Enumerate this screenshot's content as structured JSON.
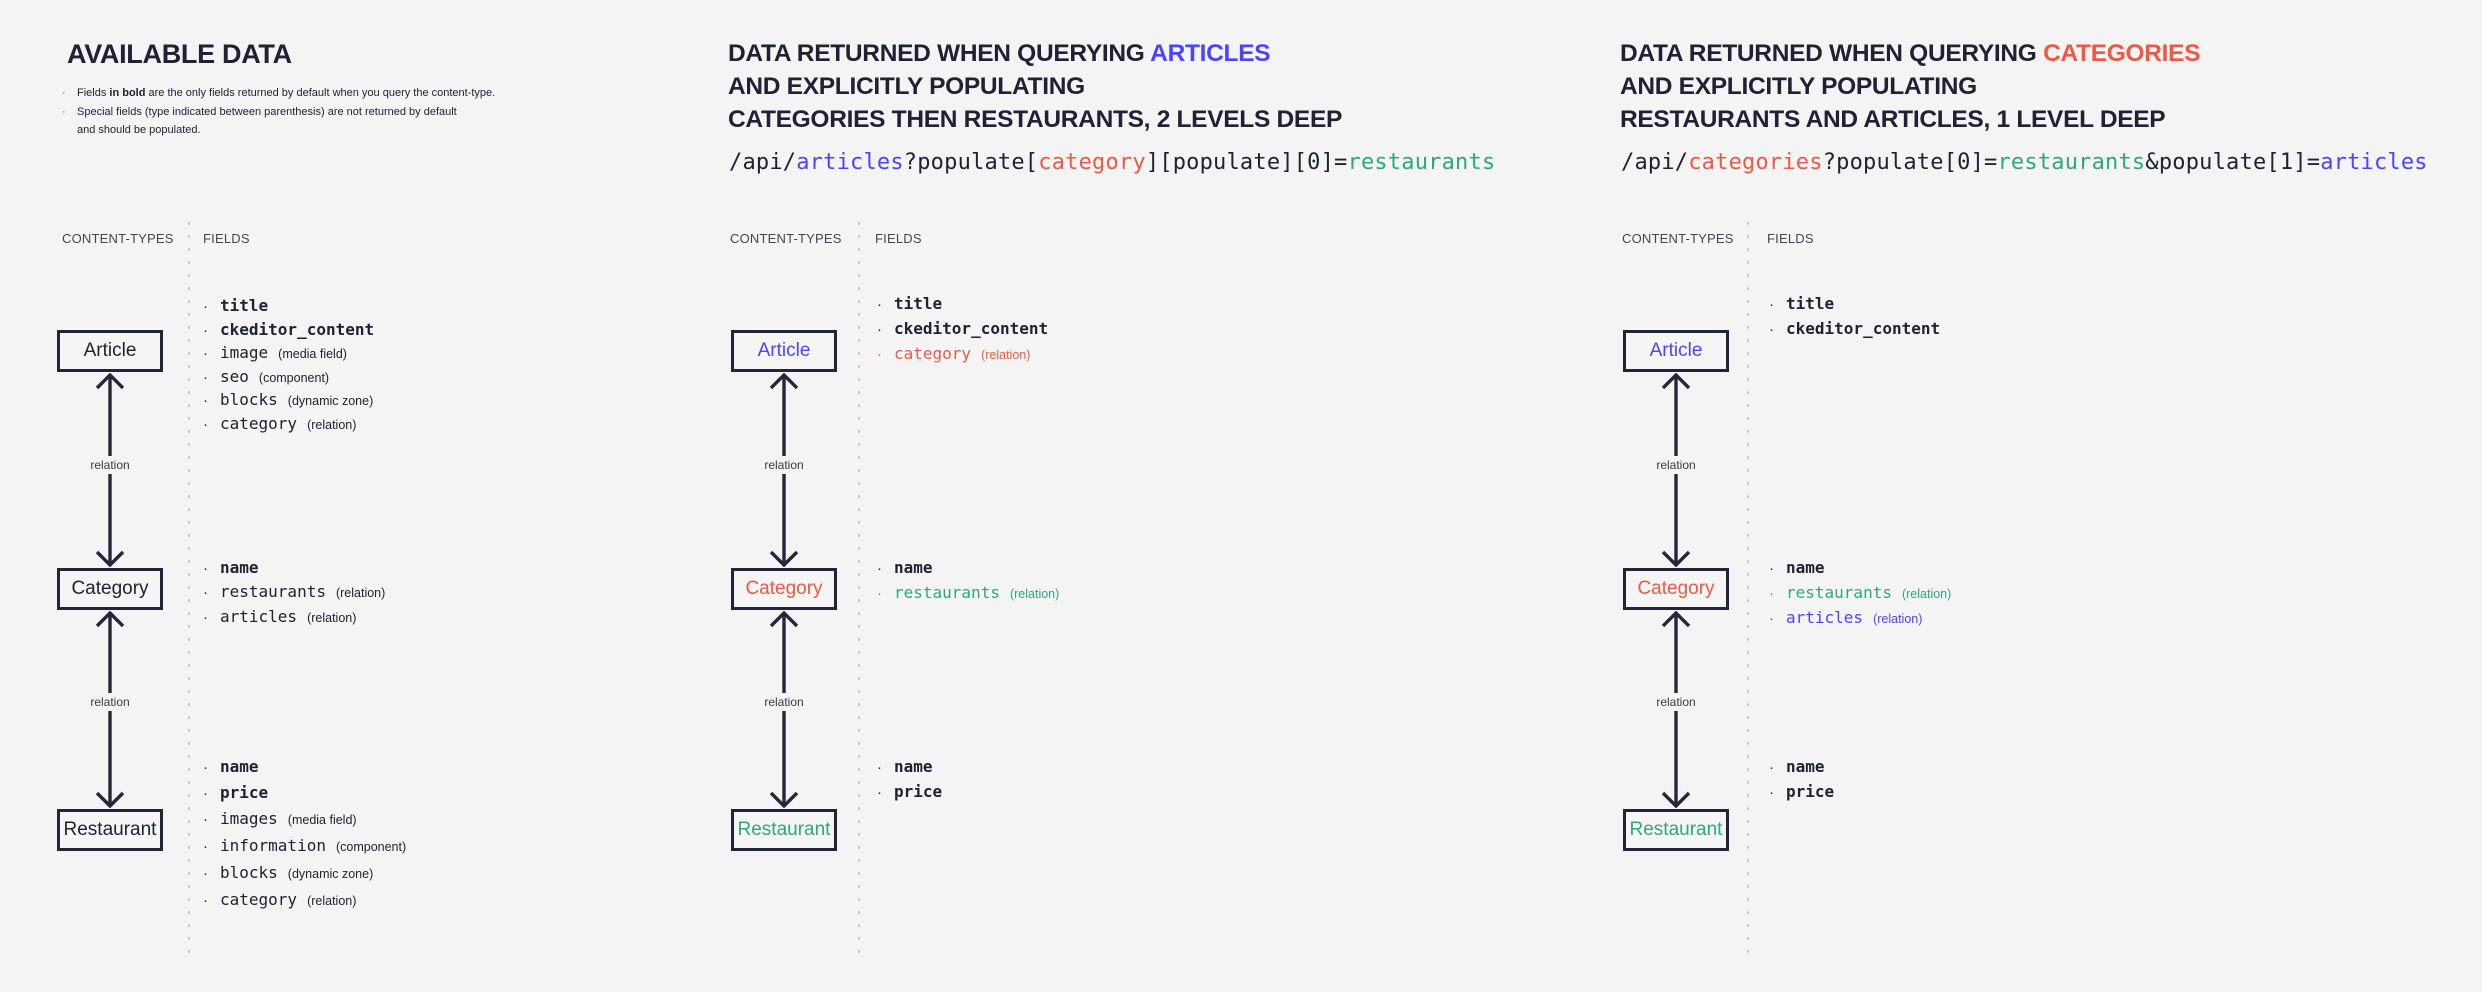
{
  "colors": {
    "dark": "#212134",
    "blue": "#4945ff",
    "red": "#ea5a45",
    "teal": "#2da87f",
    "muted": "#3f3f3f",
    "background": "#f4f4f4",
    "divider": "#c9c9c9"
  },
  "relation_label": "relation",
  "panels": [
    {
      "name": "available-data",
      "heading_lines": [
        [
          {
            "text": "AVAILABLE DATA",
            "color": "dark"
          }
        ]
      ],
      "notes": [
        {
          "lines": [
            [
              {
                "text": "Fields "
              },
              {
                "text": "in bold",
                "bold": true
              },
              {
                "text": " are the only fields returned by default when you query the content-type."
              }
            ]
          ]
        },
        {
          "lines": [
            [
              {
                "text": "Special fields (type indicated between parenthesis) are not returned by default"
              }
            ],
            [
              {
                "text": "and should be populated."
              }
            ]
          ]
        }
      ],
      "columns_header": {
        "content_types": "CONTENT-TYPES",
        "fields": "FIELDS"
      },
      "nodes": [
        {
          "key": "article",
          "label": "Article",
          "label_color": "dark",
          "fields": [
            {
              "name": "title",
              "bold": true,
              "color": "dark"
            },
            {
              "name": "ckeditor_content",
              "bold": true,
              "color": "dark"
            },
            {
              "name": "image",
              "type": "(media field)",
              "color": "dark"
            },
            {
              "name": "seo",
              "type": "(component)",
              "color": "dark"
            },
            {
              "name": "blocks",
              "type": "(dynamic zone)",
              "color": "dark"
            },
            {
              "name": "category",
              "type": "(relation)",
              "color": "dark"
            }
          ]
        },
        {
          "key": "category",
          "label": "Category",
          "label_color": "dark",
          "fields": [
            {
              "name": "name",
              "bold": true,
              "color": "dark"
            },
            {
              "name": "restaurants",
              "type": "(relation)",
              "color": "dark"
            },
            {
              "name": "articles",
              "type": "(relation)",
              "color": "dark"
            }
          ]
        },
        {
          "key": "restaurant",
          "label": "Restaurant",
          "label_color": "dark",
          "fields": [
            {
              "name": "name",
              "bold": true,
              "color": "dark"
            },
            {
              "name": "price",
              "bold": true,
              "color": "dark"
            },
            {
              "name": "images",
              "type": "(media field)",
              "color": "dark"
            },
            {
              "name": "information",
              "type": "(component)",
              "color": "dark"
            },
            {
              "name": "blocks",
              "type": "(dynamic zone)",
              "color": "dark"
            },
            {
              "name": "category",
              "type": "(relation)",
              "color": "dark"
            }
          ]
        }
      ]
    },
    {
      "name": "query-articles",
      "heading_lines": [
        [
          {
            "text": "DATA RETURNED WHEN QUERYING ",
            "color": "dark"
          },
          {
            "text": "ARTICLES",
            "color": "blue"
          }
        ],
        [
          {
            "text": "AND EXPLICITLY POPULATING",
            "color": "dark"
          }
        ],
        [
          {
            "text": "CATEGORIES THEN RESTAURANTS, 2 LEVELS DEEP",
            "color": "dark"
          }
        ]
      ],
      "code": [
        {
          "text": "/api/",
          "color": "dark"
        },
        {
          "text": "articles",
          "color": "blue"
        },
        {
          "text": "?populate[",
          "color": "dark"
        },
        {
          "text": "category",
          "color": "red"
        },
        {
          "text": "][populate][0]=",
          "color": "dark"
        },
        {
          "text": "restaurants",
          "color": "teal"
        }
      ],
      "columns_header": {
        "content_types": "CONTENT-TYPES",
        "fields": "FIELDS"
      },
      "nodes": [
        {
          "key": "article",
          "label": "Article",
          "label_color": "blue",
          "fields": [
            {
              "name": "title",
              "bold": true,
              "color": "dark"
            },
            {
              "name": "ckeditor_content",
              "bold": true,
              "color": "dark"
            },
            {
              "name": "category",
              "type": "(relation)",
              "color": "red"
            }
          ]
        },
        {
          "key": "category",
          "label": "Category",
          "label_color": "red",
          "fields": [
            {
              "name": "name",
              "bold": true,
              "color": "dark"
            },
            {
              "name": "restaurants",
              "type": "(relation)",
              "color": "teal"
            }
          ]
        },
        {
          "key": "restaurant",
          "label": "Restaurant",
          "label_color": "teal",
          "fields": [
            {
              "name": "name",
              "bold": true,
              "color": "dark"
            },
            {
              "name": "price",
              "bold": true,
              "color": "dark"
            }
          ]
        }
      ]
    },
    {
      "name": "query-categories",
      "heading_lines": [
        [
          {
            "text": "DATA RETURNED WHEN QUERYING ",
            "color": "dark"
          },
          {
            "text": "CATEGORIES",
            "color": "red"
          }
        ],
        [
          {
            "text": "AND EXPLICITLY POPULATING",
            "color": "dark"
          }
        ],
        [
          {
            "text": "RESTAURANTS AND ARTICLES, 1 LEVEL DEEP",
            "color": "dark"
          }
        ]
      ],
      "code": [
        {
          "text": "/api/",
          "color": "dark"
        },
        {
          "text": "categories",
          "color": "red"
        },
        {
          "text": "?populate[0]=",
          "color": "dark"
        },
        {
          "text": "restaurants",
          "color": "teal"
        },
        {
          "text": "&populate[1]=",
          "color": "dark"
        },
        {
          "text": "articles",
          "color": "blue"
        }
      ],
      "columns_header": {
        "content_types": "CONTENT-TYPES",
        "fields": "FIELDS"
      },
      "nodes": [
        {
          "key": "article",
          "label": "Article",
          "label_color": "blue",
          "fields": [
            {
              "name": "title",
              "bold": true,
              "color": "dark"
            },
            {
              "name": "ckeditor_content",
              "bold": true,
              "color": "dark"
            }
          ]
        },
        {
          "key": "category",
          "label": "Category",
          "label_color": "red",
          "fields": [
            {
              "name": "name",
              "bold": true,
              "color": "dark"
            },
            {
              "name": "restaurants",
              "type": "(relation)",
              "color": "teal"
            },
            {
              "name": "articles",
              "type": "(relation)",
              "color": "blue"
            }
          ]
        },
        {
          "key": "restaurant",
          "label": "Restaurant",
          "label_color": "teal",
          "fields": [
            {
              "name": "name",
              "bold": true,
              "color": "dark"
            },
            {
              "name": "price",
              "bold": true,
              "color": "dark"
            }
          ]
        }
      ]
    }
  ]
}
